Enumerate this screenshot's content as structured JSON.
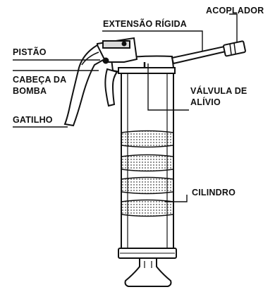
{
  "labels": {
    "acoplador": "ACOPLADOR",
    "extensao_rigida": "EXTENSÃO RÍGIDA",
    "pistao": "PISTÃO",
    "cabeca_da_bomba_line1": "CABEÇA DA",
    "cabeca_da_bomba_line2": "BOMBA",
    "valvula_de_alivio_line1": "VÁLVULA DE",
    "valvula_de_alivio_line2": "ALÍVIO",
    "gatilho": "GATILHO",
    "cilindro": "CILINDRO"
  },
  "colors": {
    "ink": "#111111",
    "paper": "#ffffff",
    "mesh_dots": "#444444"
  }
}
